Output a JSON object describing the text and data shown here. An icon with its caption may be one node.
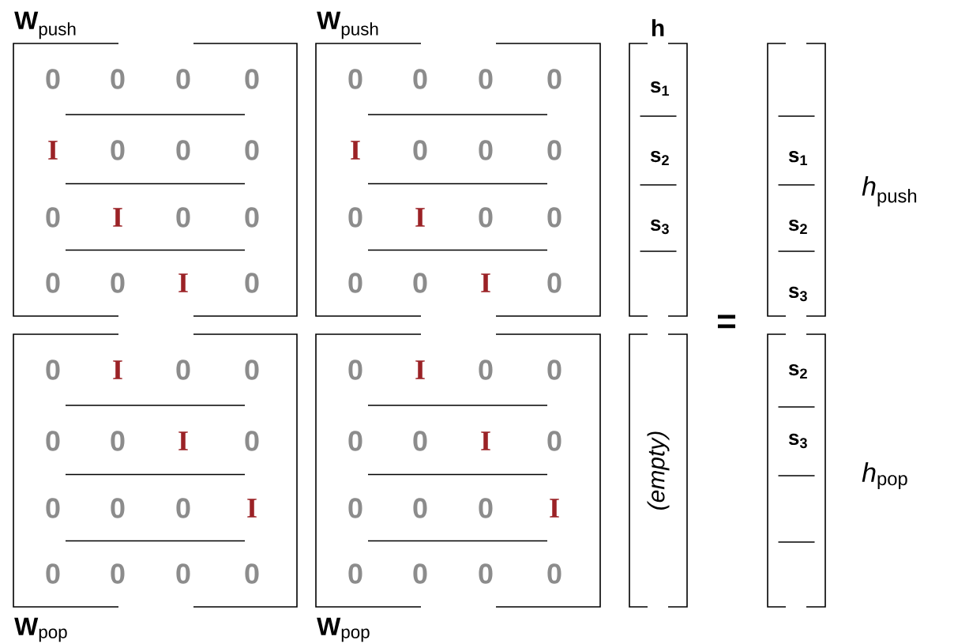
{
  "diagram": {
    "nodes": [
      {
        "text": [
          "0",
          "0",
          "0",
          "0",
          "I",
          "0",
          "0",
          "0",
          "0",
          "I",
          "0",
          "0",
          "0",
          "0",
          "I",
          "0"
        ],
        "beside": [
          "**W**$_{push}$"
        ]
      },
      {
        "text": [
          "0",
          "0",
          "0",
          "0",
          "I",
          "0",
          "0",
          "0",
          "0",
          "I",
          "0",
          "0",
          "0",
          "0",
          "I",
          "0"
        ],
        "beside": [
          "**W**$_{push}$"
        ]
      },
      {
        "text": [
          "s$_{1}$",
          "s$_{2}$",
          "s$_{3}$"
        ],
        "beside": [
          "h"
        ]
      },
      {
        "text": [
          "s$_{1}$",
          "s$_{2}$",
          "s$_{3}$"
        ],
        "beside": [
          "*h*$_{push}$"
        ]
      },
      {
        "text": [
          "0",
          "I",
          "0",
          "0",
          "0",
          "0",
          "I",
          "0",
          "0",
          "0",
          "0",
          "I",
          "0",
          "0",
          "0",
          "0"
        ],
        "beside": [
          "**W**$_{pop}$"
        ]
      },
      {
        "text": [
          "0",
          "I",
          "0",
          "0",
          "0",
          "0",
          "I",
          "0",
          "0",
          "0",
          "0",
          "I",
          "0",
          "0",
          "0",
          "0"
        ],
        "beside": [
          "**W**$_{pop}$"
        ]
      },
      {
        "text": [
          "(empty)"
        ]
      },
      {
        "text": [
          "s$_{2}$",
          "s$_{3}$"
        ],
        "beside": [
          "*h*$_{pop}$"
        ]
      }
    ],
    "labels": [
      "="
    ]
  }
}
